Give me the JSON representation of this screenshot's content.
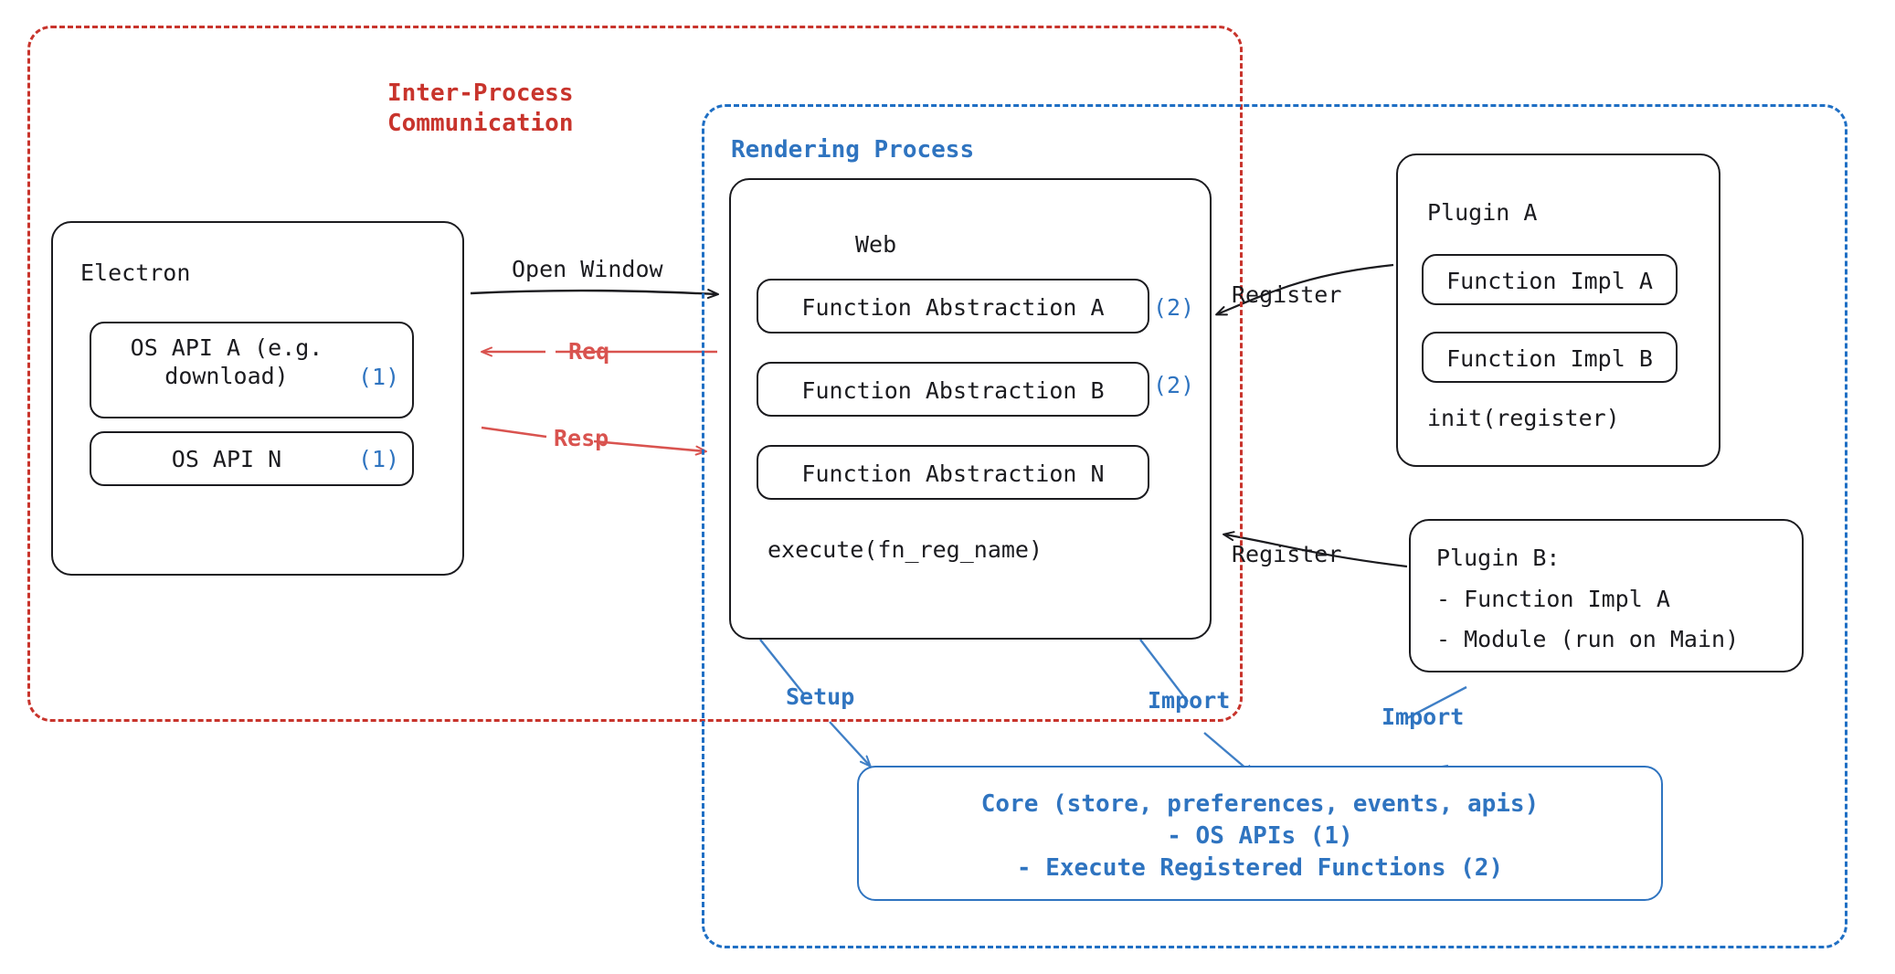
{
  "diagram": {
    "title": "Electron plugin architecture",
    "colors": {
      "ipc_red": "#c8342c",
      "arrow_red": "#d9534f",
      "process_blue": "#2f74c0",
      "ink_black": "#1b1b1f",
      "background": "#ffffff"
    }
  },
  "regions": {
    "ipc": {
      "label": "Inter-Process\nCommunication"
    },
    "rendering_process": {
      "label": "Rendering Process"
    }
  },
  "electron": {
    "title": "Electron",
    "apis": [
      {
        "label": "OS API A (e.g.\ndownload)",
        "tag": "(1)"
      },
      {
        "label": "OS API N",
        "tag": "(1)"
      }
    ]
  },
  "web": {
    "title": "Web",
    "abstractions": [
      {
        "label": "Function Abstraction A",
        "tag": "(2)"
      },
      {
        "label": "Function Abstraction B",
        "tag": "(2)"
      },
      {
        "label": "Function Abstraction N",
        "tag": ""
      }
    ],
    "footer": "execute(fn_reg_name)"
  },
  "plugin_a": {
    "title": "Plugin A",
    "functions": [
      {
        "label": "Function Impl A"
      },
      {
        "label": "Function Impl B"
      }
    ],
    "footer": "init(register)"
  },
  "plugin_b": {
    "title": "Plugin B:",
    "lines": [
      "- Function Impl A",
      "- Module (run on Main)"
    ]
  },
  "core": {
    "lines": [
      "Core (store, preferences, events, apis)",
      "- OS APIs (1)",
      "- Execute Registered Functions (2)"
    ]
  },
  "edges": [
    {
      "id": "open-window",
      "label": "Open Window",
      "color": "black"
    },
    {
      "id": "req",
      "label": "Req",
      "color": "red"
    },
    {
      "id": "resp",
      "label": "Resp",
      "color": "red"
    },
    {
      "id": "register-top",
      "label": "Register",
      "color": "black"
    },
    {
      "id": "register-bottom",
      "label": "Register",
      "color": "black"
    },
    {
      "id": "setup",
      "label": "Setup",
      "color": "blue"
    },
    {
      "id": "import-web",
      "label": "Import",
      "color": "blue"
    },
    {
      "id": "import-plugin-b",
      "label": "Import",
      "color": "blue"
    }
  ]
}
